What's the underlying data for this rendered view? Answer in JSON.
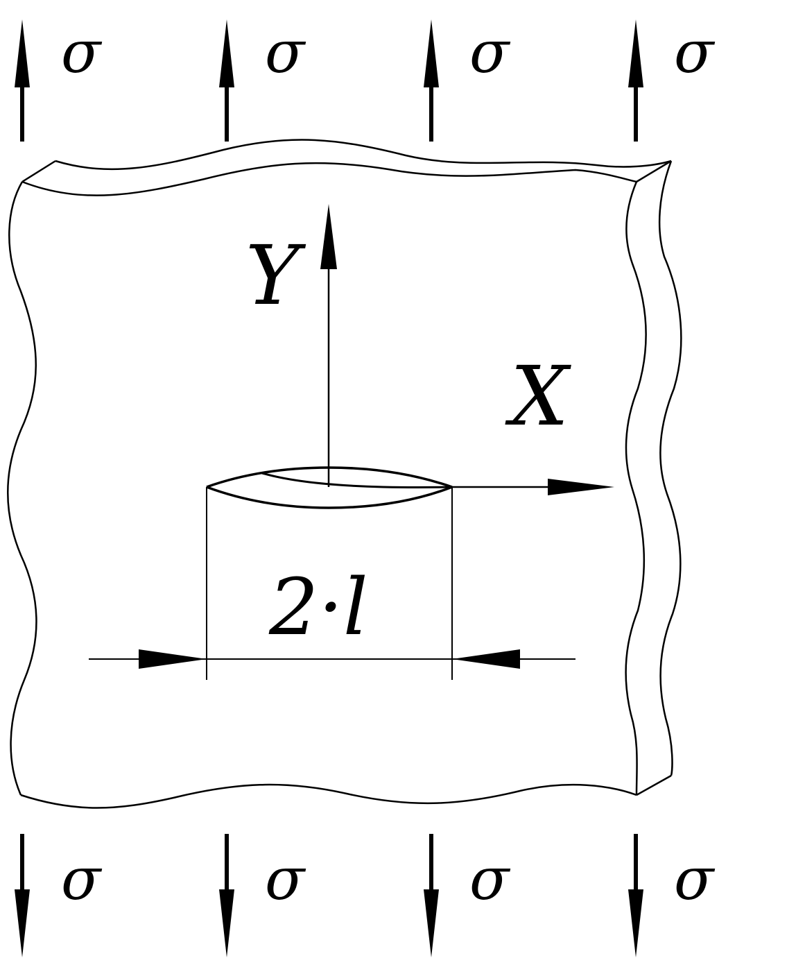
{
  "diagram": {
    "stress_symbol": "σ",
    "top_stress_labels": [
      "σ",
      "σ",
      "σ",
      "σ"
    ],
    "bottom_stress_labels": [
      "σ",
      "σ",
      "σ",
      "σ"
    ],
    "y_axis_label": "Y",
    "x_axis_label": "X",
    "crack_length_label": "2·l",
    "stroke_color": "#000000",
    "background_color": "#ffffff"
  }
}
